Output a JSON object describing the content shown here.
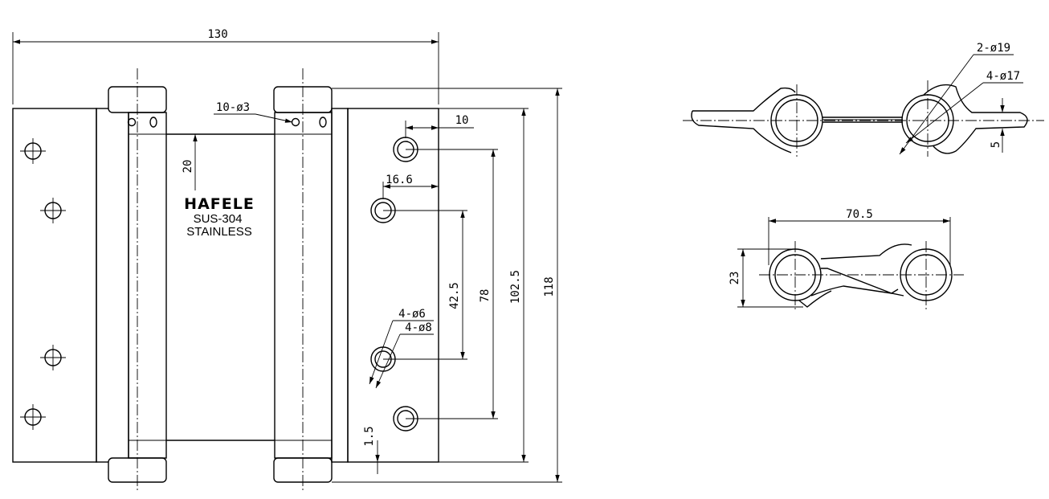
{
  "brand": {
    "name": "HAFELE",
    "material": "SUS-304",
    "finish": "STAINLESS"
  },
  "dimensions": {
    "overall_width": "130",
    "overall_height": "118",
    "leaf_height": "102.5",
    "outer_hole_spacing": "78",
    "inner_hole_spacing": "42.5",
    "hole_edge_offset": "10",
    "hole_edge_offset_2": "16.6",
    "top_offset": "20",
    "bottom_offset": "1.5",
    "small_holes": "10-ø3",
    "countersink_inner": "4-ø6",
    "countersink_outer": "4-ø8",
    "barrel_outer": "2-ø19",
    "barrel_inner": "4-ø17",
    "top_thickness": "5",
    "side_spacing": "70.5",
    "side_height": "23"
  }
}
